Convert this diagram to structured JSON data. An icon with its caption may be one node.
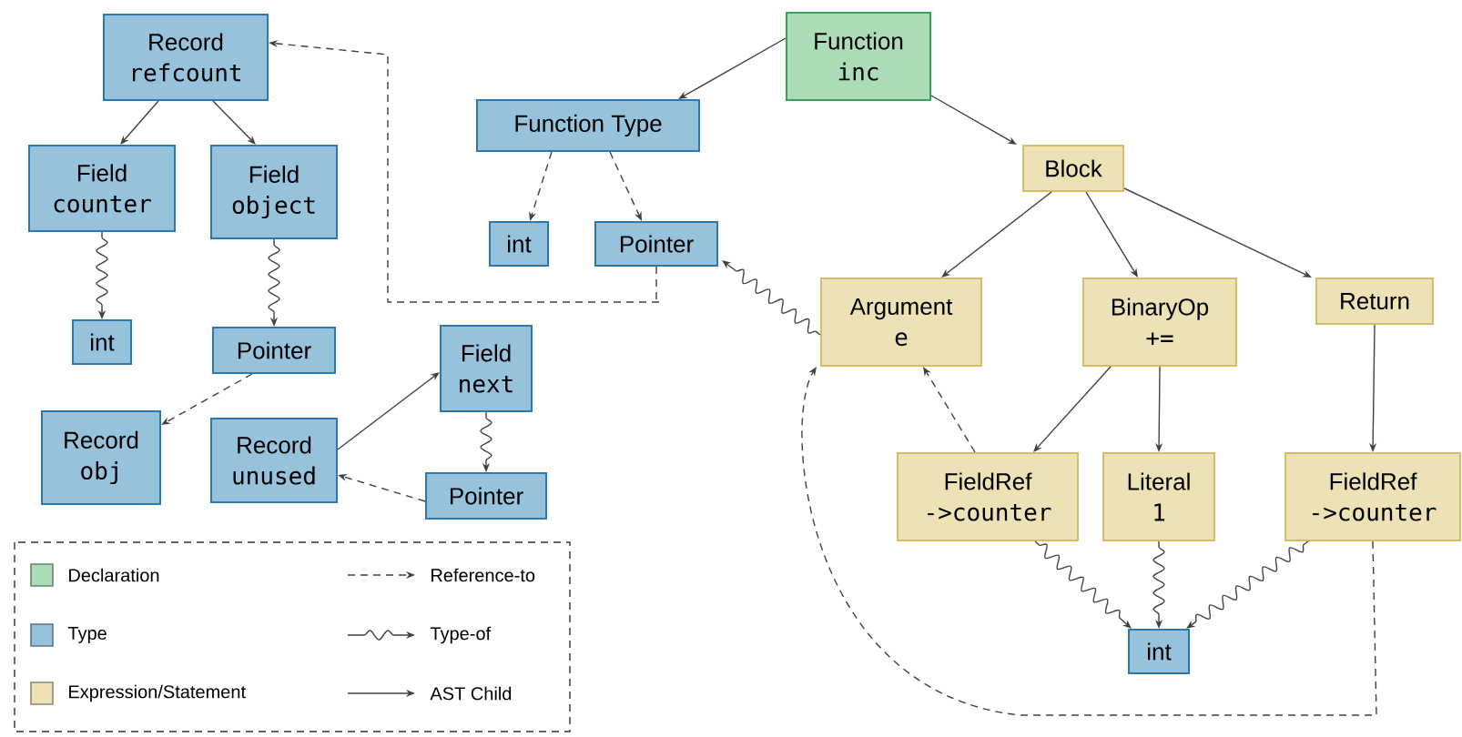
{
  "diagram": {
    "nodes": [
      {
        "text": [
          "Record",
          "refcount"
        ]
      },
      {
        "text": [
          "Field",
          "counter"
        ]
      },
      {
        "text": [
          "Field",
          "object"
        ]
      },
      {
        "text": [
          "int"
        ]
      },
      {
        "text": [
          "Pointer"
        ]
      },
      {
        "text": [
          "Record",
          "obj"
        ]
      },
      {
        "text": [
          "Record",
          "unused"
        ]
      },
      {
        "text": [
          "Field",
          "next"
        ]
      },
      {
        "text": [
          "Pointer"
        ]
      },
      {
        "text": [
          "Function",
          "inc"
        ]
      },
      {
        "text": [
          "Function Type"
        ]
      },
      {
        "text": [
          "int"
        ]
      },
      {
        "text": [
          "Pointer"
        ]
      },
      {
        "text": [
          "Block"
        ]
      },
      {
        "text": [
          "Argument",
          "e"
        ]
      },
      {
        "text": [
          "BinaryOp",
          "+="
        ]
      },
      {
        "text": [
          "Return"
        ]
      },
      {
        "text": [
          "FieldRef",
          "->counter"
        ]
      },
      {
        "text": [
          "Literal",
          "1"
        ]
      },
      {
        "text": [
          "FieldRef",
          "->counter"
        ]
      },
      {
        "text": [
          "int"
        ]
      }
    ],
    "edges": [
      {
        "from": 0,
        "to": 1,
        "arrow": "to"
      },
      {
        "from": 0,
        "to": 2,
        "arrow": "to"
      },
      {
        "from": 1,
        "to": 3,
        "arrow": "to"
      },
      {
        "from": 2,
        "to": 4,
        "arrow": "to"
      },
      {
        "from": 4,
        "to": 5,
        "arrow": "to",
        "style": "dashed"
      },
      {
        "from": 6,
        "to": 7,
        "arrow": "to"
      },
      {
        "from": 7,
        "to": 8,
        "arrow": "to"
      },
      {
        "from": 8,
        "to": 6,
        "arrow": "to",
        "style": "dashed"
      },
      {
        "from": 12,
        "to": 0,
        "arrow": "to",
        "style": "dashed"
      },
      {
        "from": 9,
        "to": 10,
        "arrow": "to"
      },
      {
        "from": 9,
        "to": 13,
        "arrow": "to"
      },
      {
        "from": 10,
        "to": 11,
        "arrow": "to",
        "style": "dashed"
      },
      {
        "from": 10,
        "to": 12,
        "arrow": "to",
        "style": "dashed"
      },
      {
        "from": 14,
        "to": 12,
        "arrow": "to"
      },
      {
        "from": 13,
        "to": 14,
        "arrow": "to"
      },
      {
        "from": 13,
        "to": 15,
        "arrow": "to"
      },
      {
        "from": 13,
        "to": 16,
        "arrow": "to"
      },
      {
        "from": 15,
        "to": 17,
        "arrow": "to"
      },
      {
        "from": 15,
        "to": 18,
        "arrow": "to"
      },
      {
        "from": 16,
        "to": 19,
        "arrow": "to"
      },
      {
        "from": 17,
        "to": 14,
        "arrow": "to",
        "style": "dashed"
      },
      {
        "from": 19,
        "to": 14,
        "arrow": "to",
        "style": "dashed"
      },
      {
        "from": 17,
        "to": 20,
        "arrow": "to"
      },
      {
        "from": 18,
        "to": 20,
        "arrow": "to"
      },
      {
        "from": 19,
        "to": 20,
        "arrow": "to"
      }
    ],
    "legend": [
      {
        "text": "Declaration",
        "color": "#acdcb8"
      },
      {
        "text": "Type",
        "color": "#96c2dc"
      },
      {
        "text": "Expression/Statement",
        "color": "#ece2b6"
      },
      {
        "text": "Reference-to"
      },
      {
        "text": "Type-of"
      },
      {
        "text": "AST Child"
      }
    ]
  }
}
